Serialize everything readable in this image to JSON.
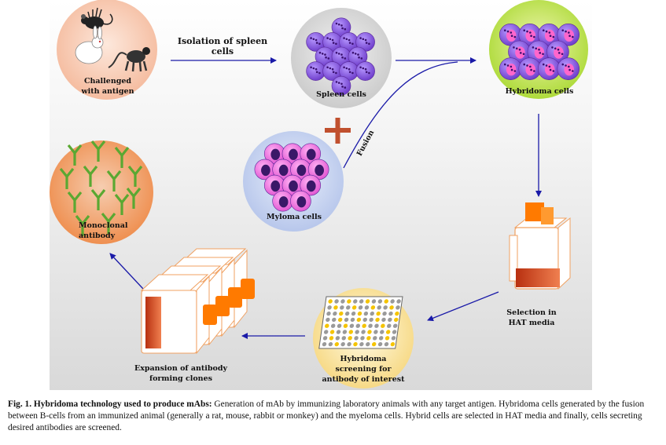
{
  "labels": {
    "challenged": "Challenged with antigen",
    "isolation": "Isolation of spleen cells",
    "spleen": "Spleen cells",
    "hybridoma": "Hybridoma cells",
    "fusion": "Fusion",
    "myeloma": "Myloma cells",
    "monoclonal": "Monoclonal antibody",
    "selection": "Selection in HAT media",
    "screening": "Hybridoma screening for antibody of interest",
    "expansion": "Expansion of antibody forming clones"
  },
  "caption": {
    "title": "Fig. 1. Hybridoma technology used to produce mAbs:",
    "text": " Generation of mAb by immunizing laboratory animals with any target antigen. Hybridoma cells generated by the fusion between B-cells from an immunized animal (generally a rat, mouse, rabbit or monkey) and the myeloma cells. Hybrid cells are selected in HAT media and finally, cells secreting desired antibodies are screened."
  },
  "icons": [
    "mouse-icon",
    "rabbit-icon",
    "monkey-icon",
    "antibody-icon",
    "culture-flask-icon",
    "well-plate-icon"
  ],
  "colors": {
    "arrow": "#1a1aa8",
    "spleen_cell": "#8a5ad8",
    "myeloma_cell": "#e870d8",
    "antibody": "#5aa832",
    "flask_cap": "#ff7a00",
    "plus": "#c0502e"
  }
}
